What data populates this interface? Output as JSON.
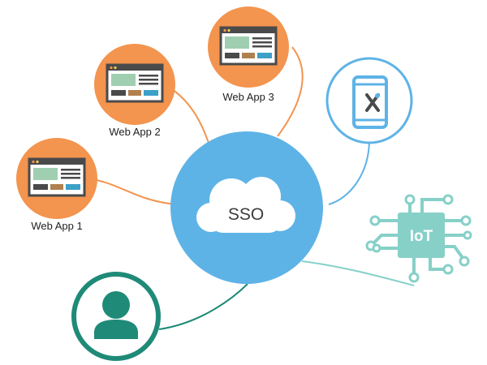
{
  "hub": {
    "label": "SSO",
    "icon": "cloud-icon",
    "color": "#5eb3e6"
  },
  "web_apps": [
    {
      "label": "Web App 1",
      "icon": "browser-window-icon"
    },
    {
      "label": "Web App 2",
      "icon": "browser-window-icon"
    },
    {
      "label": "Web App 3",
      "icon": "browser-window-icon"
    }
  ],
  "mobile": {
    "icon": "smartphone-tools-icon"
  },
  "iot": {
    "label": "IoT",
    "icon": "circuit-chip-icon"
  },
  "user": {
    "icon": "user-avatar-icon"
  },
  "colors": {
    "web_app": "#f3944f",
    "web_app_connector": "#f3944f",
    "hub": "#5eb3e6",
    "mobile_connector": "#5eb3e6",
    "iot": "#86d0c8",
    "user": "#1f8a78",
    "window_frame": "#4a4a4a",
    "window_green": "#9fcfb0",
    "window_brown": "#b0804e",
    "window_blue": "#3ca0c8"
  }
}
